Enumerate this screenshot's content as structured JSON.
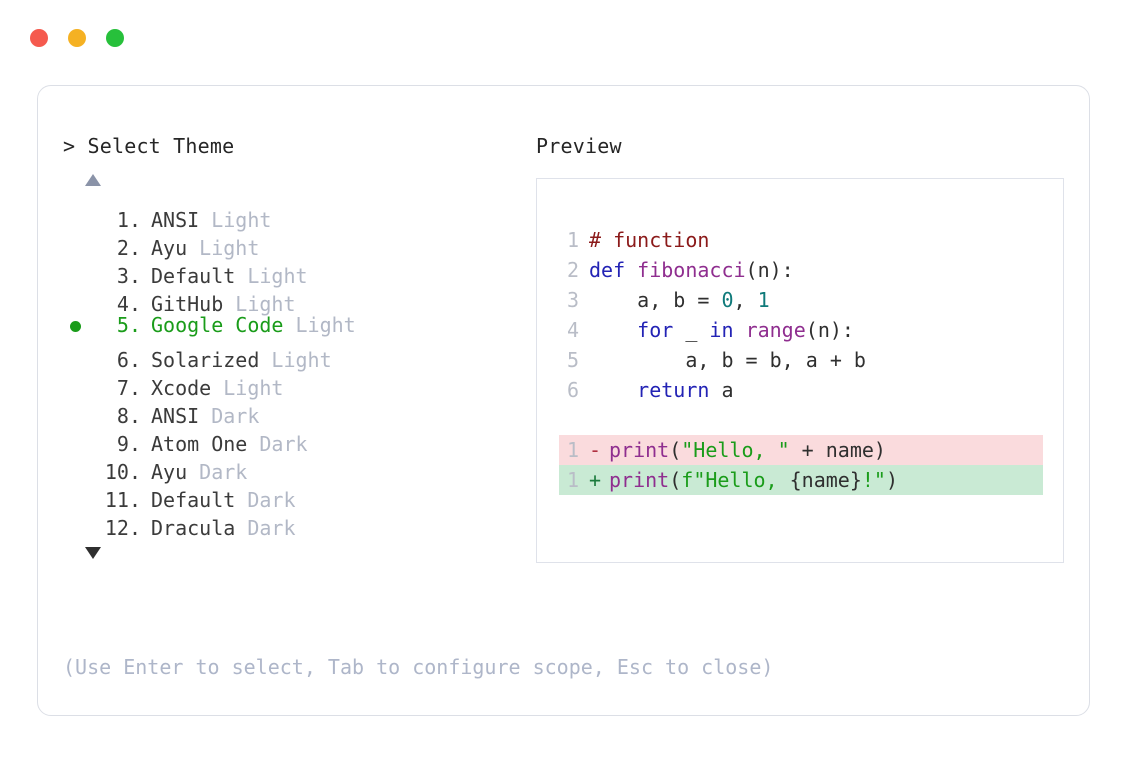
{
  "window": {
    "controls": [
      {
        "name": "close",
        "color": "#f55a4e"
      },
      {
        "name": "minimize",
        "color": "#f5b123"
      },
      {
        "name": "maximize",
        "color": "#27c03b"
      }
    ]
  },
  "prompt": {
    "title": "> Select Theme",
    "scroll_up_glyph": "▲",
    "scroll_down_glyph": "▼"
  },
  "preview": {
    "title": "Preview"
  },
  "themes": [
    {
      "index": "1.",
      "name": "ANSI",
      "variant": "Light",
      "selected": false
    },
    {
      "index": "2.",
      "name": "Ayu",
      "variant": "Light",
      "selected": false
    },
    {
      "index": "3.",
      "name": "Default",
      "variant": "Light",
      "selected": false
    },
    {
      "index": "4.",
      "name": "GitHub",
      "variant": "Light",
      "selected": false
    },
    {
      "index": "5.",
      "name": "Google Code",
      "variant": "Light",
      "selected": true
    },
    {
      "index": "6.",
      "name": "Solarized",
      "variant": "Light",
      "selected": false
    },
    {
      "index": "7.",
      "name": "Xcode",
      "variant": "Light",
      "selected": false
    },
    {
      "index": "8.",
      "name": "ANSI",
      "variant": "Dark",
      "selected": false
    },
    {
      "index": "9.",
      "name": "Atom One",
      "variant": "Dark",
      "selected": false
    },
    {
      "index": "10.",
      "name": "Ayu",
      "variant": "Dark",
      "selected": false
    },
    {
      "index": "11.",
      "name": "Default",
      "variant": "Dark",
      "selected": false
    },
    {
      "index": "12.",
      "name": "Dracula",
      "variant": "Dark",
      "selected": false
    }
  ],
  "code": {
    "lines": [
      {
        "no": "1",
        "tokens": [
          {
            "t": "# function",
            "c": "comment"
          }
        ]
      },
      {
        "no": "2",
        "tokens": [
          {
            "t": "def ",
            "c": "keyword"
          },
          {
            "t": "fibonacci",
            "c": "func"
          },
          {
            "t": "(n):",
            "c": "punct"
          }
        ]
      },
      {
        "no": "3",
        "tokens": [
          {
            "t": "    a, b = ",
            "c": "plain"
          },
          {
            "t": "0",
            "c": "num"
          },
          {
            "t": ", ",
            "c": "plain"
          },
          {
            "t": "1",
            "c": "num"
          }
        ]
      },
      {
        "no": "4",
        "tokens": [
          {
            "t": "    ",
            "c": "plain"
          },
          {
            "t": "for",
            "c": "keyword"
          },
          {
            "t": " _ ",
            "c": "plain"
          },
          {
            "t": "in",
            "c": "keyword"
          },
          {
            "t": " ",
            "c": "plain"
          },
          {
            "t": "range",
            "c": "func"
          },
          {
            "t": "(n):",
            "c": "punct"
          }
        ]
      },
      {
        "no": "5",
        "tokens": [
          {
            "t": "        a, b = b, a + b",
            "c": "plain"
          }
        ]
      },
      {
        "no": "6",
        "tokens": [
          {
            "t": "    ",
            "c": "plain"
          },
          {
            "t": "return",
            "c": "keyword"
          },
          {
            "t": " a",
            "c": "plain"
          }
        ]
      }
    ],
    "diff": [
      {
        "no": "1",
        "sign": "-",
        "kind": "del",
        "tokens": [
          {
            "t": "print",
            "c": "func"
          },
          {
            "t": "(",
            "c": "punct"
          },
          {
            "t": "\"Hello, \"",
            "c": "string"
          },
          {
            "t": " + name)",
            "c": "plain"
          }
        ]
      },
      {
        "no": "1",
        "sign": "+",
        "kind": "add",
        "tokens": [
          {
            "t": "print",
            "c": "func"
          },
          {
            "t": "(",
            "c": "punct"
          },
          {
            "t": "f",
            "c": "string"
          },
          {
            "t": "\"Hello, ",
            "c": "string"
          },
          {
            "t": "{name}",
            "c": "plain"
          },
          {
            "t": "!\"",
            "c": "string"
          },
          {
            "t": ")",
            "c": "punct"
          }
        ]
      }
    ]
  },
  "footer": {
    "hint": "(Use Enter to select, Tab to configure scope, Esc to close)"
  },
  "colors": {
    "accent_green": "#1a9c1a",
    "muted": "#b2b8c6",
    "text": "#3b3b3b",
    "diff_del_bg": "#fadbdd",
    "diff_add_bg": "#c9ead4",
    "border": "#dcdfe6"
  }
}
